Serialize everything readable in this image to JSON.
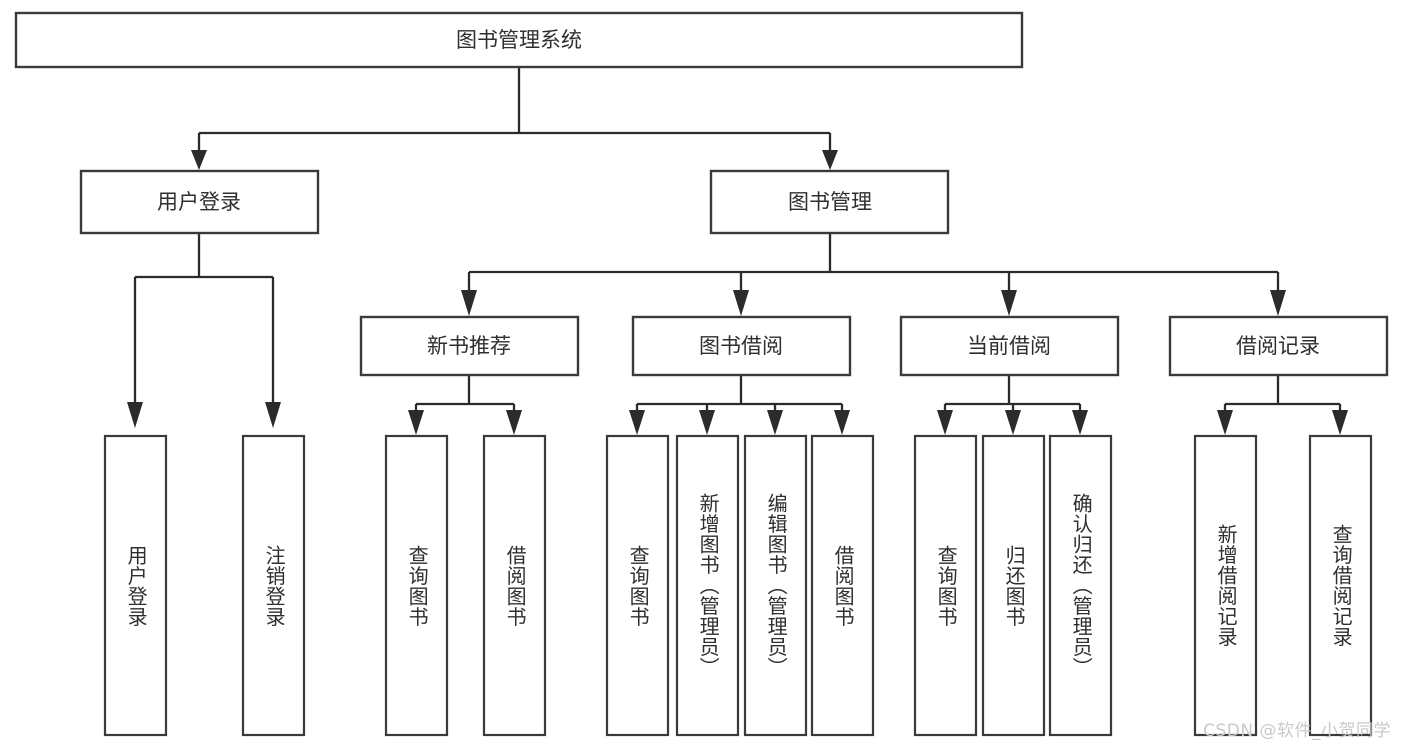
{
  "diagram": {
    "type": "tree",
    "title": "图书管理系统",
    "watermark": "CSDN @软件_小贺同学",
    "colors": {
      "box_stroke": "#3a3a3a",
      "connector": "#2b2b2b",
      "text": "#2f2f2f",
      "background": "#ffffff",
      "watermark": "#c9c9c9"
    },
    "root": {
      "label": "图书管理系统"
    },
    "level2": [
      {
        "label": "用户登录"
      },
      {
        "label": "图书管理"
      }
    ],
    "level3": [
      {
        "label": "新书推荐"
      },
      {
        "label": "图书借阅"
      },
      {
        "label": "当前借阅"
      },
      {
        "label": "借阅记录"
      }
    ],
    "leaves_user_login": [
      {
        "label": "用户登录"
      },
      {
        "label": "注销登录"
      }
    ],
    "leaves_new_book": [
      {
        "label": "查询图书"
      },
      {
        "label": "借阅图书"
      }
    ],
    "leaves_borrow": [
      {
        "label": "查询图书"
      },
      {
        "label": "新增图书（管理员）"
      },
      {
        "label": "编辑图书（管理员）"
      },
      {
        "label": "借阅图书"
      }
    ],
    "leaves_current": [
      {
        "label": "查询图书"
      },
      {
        "label": "归还图书"
      },
      {
        "label": "确认归还（管理员）"
      }
    ],
    "leaves_record": [
      {
        "label": "新增借阅记录"
      },
      {
        "label": "查询借阅记录"
      }
    ]
  }
}
